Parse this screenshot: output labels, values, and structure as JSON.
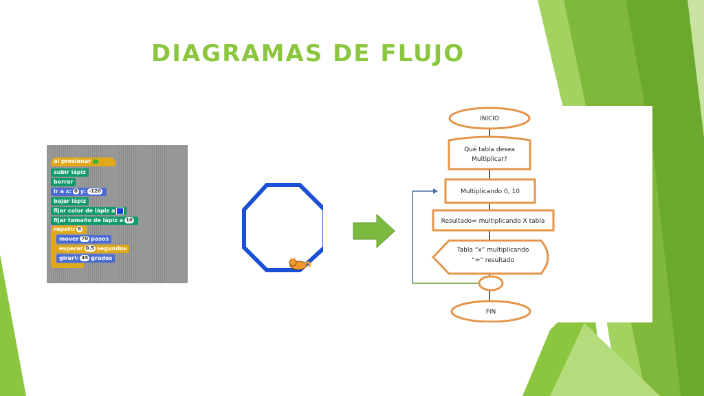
{
  "title": "DIAGRAMAS DE FLUJO",
  "colors": {
    "accent": "#8cc63f",
    "block_border": "#e3954a",
    "octagon": "#1a4fd6"
  },
  "scratch": {
    "hat": "al presionar",
    "pen_up": "subir lápiz",
    "clear": "borrar",
    "goto_label": "ir a x:",
    "goto_x": "0",
    "goto_y_label": "y:",
    "goto_y": "-120",
    "pen_down": "bajar lápiz",
    "set_color": "fijar color de lápiz a",
    "set_size": "fijar tamaño de lápiz a",
    "set_size_value": "10",
    "repeat": "repetir",
    "repeat_value": "8",
    "move": "mover",
    "move_value": "70",
    "move_unit": "pasos",
    "wait": "esperar",
    "wait_value": "0.5",
    "wait_unit": "segundos",
    "turn": "girar",
    "turn_value": "45",
    "turn_unit": "grados"
  },
  "flowchart": {
    "start": "INICIO",
    "input_line1": "Qué tabla desea",
    "input_line2": "Multiplicar?",
    "process1": "Multiplicando 0, 10",
    "process2": "Resultado= multiplicando X tabla",
    "output_line1": "Tabla “x” multiplicando",
    "output_line2": "“=” resultado",
    "end": "FIN"
  }
}
